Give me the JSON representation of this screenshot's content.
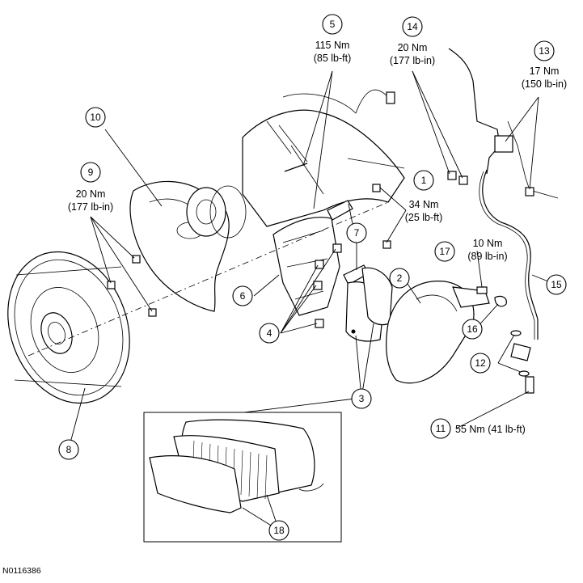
{
  "figure_id": "N0116386",
  "callouts": [
    {
      "num": "1",
      "torque": [
        "34 Nm",
        "(25 lb-ft)"
      ]
    },
    {
      "num": "2"
    },
    {
      "num": "3"
    },
    {
      "num": "4"
    },
    {
      "num": "5",
      "torque": [
        "115 Nm",
        "(85 lb-ft)"
      ]
    },
    {
      "num": "6"
    },
    {
      "num": "7"
    },
    {
      "num": "8"
    },
    {
      "num": "9",
      "torque": [
        "20 Nm",
        "(177 lb-in)"
      ]
    },
    {
      "num": "10"
    },
    {
      "num": "11",
      "torque": [
        "55 Nm (41 lb-ft)"
      ]
    },
    {
      "num": "12"
    },
    {
      "num": "13",
      "torque": [
        "17 Nm",
        "(150 lb-in)"
      ]
    },
    {
      "num": "14",
      "torque": [
        "20 Nm",
        "(177 lb-in)"
      ]
    },
    {
      "num": "15"
    },
    {
      "num": "16"
    },
    {
      "num": "17",
      "torque": [
        "10 Nm",
        "(89 lb-in)"
      ]
    },
    {
      "num": "18"
    }
  ]
}
